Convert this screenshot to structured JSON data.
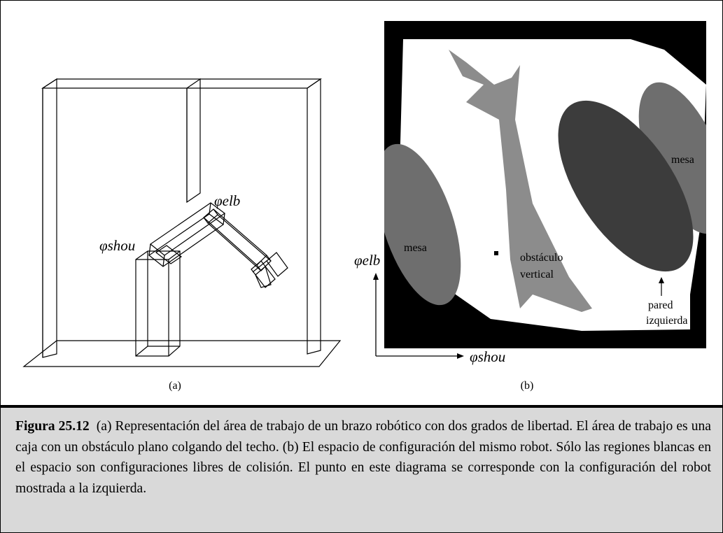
{
  "panel_a": {
    "label": "(a)",
    "phi_elb_label": "φelb",
    "phi_shou_label": "φshou"
  },
  "panel_b": {
    "label": "(b)",
    "axis_x_label": "φshou",
    "axis_y_label": "φelb",
    "region_mesa_left": "mesa",
    "region_mesa_right": "mesa",
    "region_obstacle_line1": "obstáculo",
    "region_obstacle_line2": "vertical",
    "region_wall_line1": "pared",
    "region_wall_line2": "izquierda",
    "colors": {
      "background": "#000000",
      "free_space": "#ffffff",
      "mesa": "#6e6e6e",
      "obstacle": "#8c8c8c",
      "wall": "#3c3c3c"
    }
  },
  "caption": {
    "label": "Figura 25.12",
    "text": "(a) Representación del área de trabajo de un brazo robótico con dos grados de libertad. El área de trabajo es una caja con un obstáculo plano colgando del techo. (b) El espacio de configuración del mismo robot. Sólo las regiones blancas en el espacio son configuraciones libres de colisión. El punto en este diagrama se corresponde con la configuración del robot mostrada a la izquierda."
  }
}
